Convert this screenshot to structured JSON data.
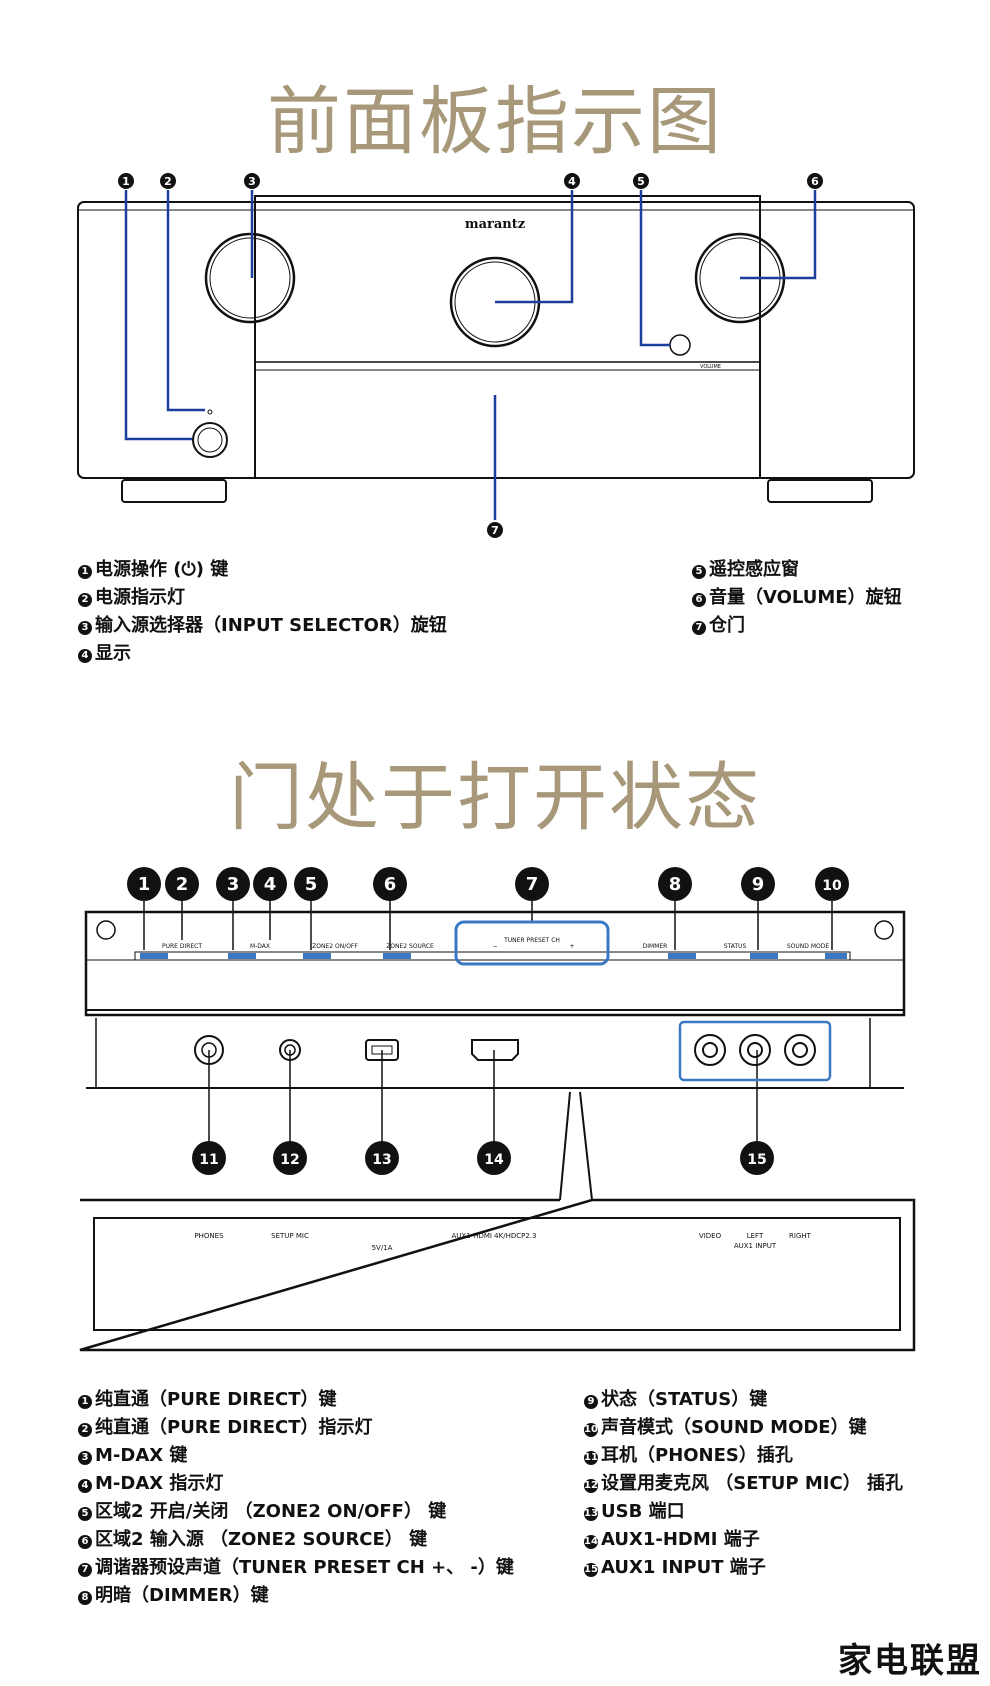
{
  "title_front": "前面板指示图",
  "title_open": "门处于打开状态",
  "brand": "marantz",
  "front_legend_left": [
    {
      "n": "1",
      "text": "电源操作 (⏻) 键"
    },
    {
      "n": "2",
      "text": "电源指示灯"
    },
    {
      "n": "3",
      "text": "输入源选择器（INPUT SELECTOR）旋钮"
    },
    {
      "n": "4",
      "text": "显示"
    }
  ],
  "front_legend_right": [
    {
      "n": "5",
      "text": "遥控感应窗"
    },
    {
      "n": "6",
      "text": "音量（VOLUME）旋钮"
    },
    {
      "n": "7",
      "text": "仓门"
    }
  ],
  "panel_labels": {
    "pure_direct": "PURE DIRECT",
    "mdax": "M-DAX",
    "zone2_onoff": "ZONE2 ON/OFF",
    "zone2_source": "ZONE2 SOURCE",
    "tuner_preset": "TUNER PRESET CH",
    "minus": "−",
    "plus": "+",
    "dimmer": "DIMMER",
    "status": "STATUS",
    "sound_mode": "SOUND MODE",
    "volume": "VOLUME"
  },
  "door_labels": {
    "phones": "PHONES",
    "setup_mic": "SETUP MIC",
    "usb": "5V/1A",
    "aux_hdmi": "AUX1-HDMI 4K/HDCP2.3",
    "video": "VIDEO",
    "left": "LEFT",
    "right": "RIGHT",
    "aux_input": "AUX1 INPUT"
  },
  "open_legend_left": [
    {
      "n": "1",
      "text": "纯直通（PURE DIRECT）键"
    },
    {
      "n": "2",
      "text": "纯直通（PURE DIRECT）指示灯"
    },
    {
      "n": "3",
      "text": "M-DAX 键"
    },
    {
      "n": "4",
      "text": "M-DAX 指示灯"
    },
    {
      "n": "5",
      "text": "区域2 开启/关闭 （ZONE2 ON/OFF） 键"
    },
    {
      "n": "6",
      "text": "区域2 输入源 （ZONE2 SOURCE） 键"
    },
    {
      "n": "7",
      "text": "调谐器预设声道（TUNER PRESET CH +、 -）键"
    },
    {
      "n": "8",
      "text": "明暗（DIMMER）键"
    }
  ],
  "open_legend_right": [
    {
      "n": "9",
      "text": "状态（STATUS）键"
    },
    {
      "n": "10",
      "text": "声音模式（SOUND MODE）键"
    },
    {
      "n": "11",
      "text": "耳机（PHONES）插孔"
    },
    {
      "n": "12",
      "text": "设置用麦克风 （SETUP MIC） 插孔"
    },
    {
      "n": "13",
      "text": "USB 端口"
    },
    {
      "n": "14",
      "text": "AUX1-HDMI 端子"
    },
    {
      "n": "15",
      "text": "AUX1 INPUT 端子"
    }
  ],
  "watermark": "家电联盟",
  "accent_color": "#3a78c4",
  "title_color": "#a8987a"
}
